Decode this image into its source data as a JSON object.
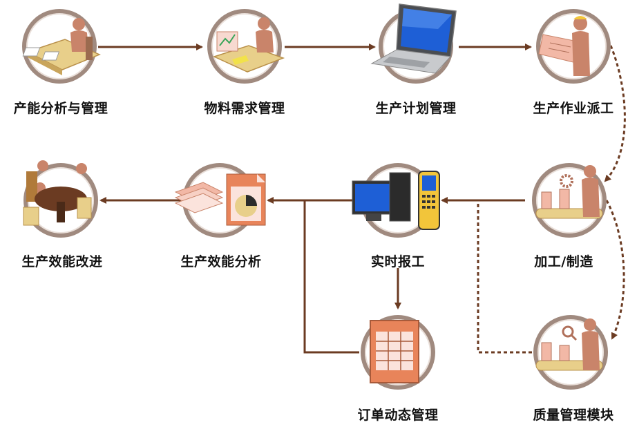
{
  "colors": {
    "arrow": "#6b3b22",
    "ring": "#a08a7f",
    "figure": "#c9846a",
    "desk": "#e8cf8a"
  },
  "nodes": {
    "capacity": {
      "label": "产能分析与管理",
      "icon": "person-at-desk-icon"
    },
    "material": {
      "label": "物料需求管理",
      "icon": "person-with-chart-icon"
    },
    "planning": {
      "label": "生产计划管理",
      "icon": "laptop-icon"
    },
    "dispatch": {
      "label": "生产作业派工",
      "icon": "worker-with-plan-icon"
    },
    "manufacturing": {
      "label": "加工/制造",
      "icon": "worker-at-conveyor-icon"
    },
    "reporting": {
      "label": "实时报工",
      "icon": "desktop-and-handheld-icon"
    },
    "efficiency_analysis": {
      "label": "生产效能分析",
      "icon": "documents-pie-chart-icon"
    },
    "improvement": {
      "label": "生产效能改进",
      "icon": "meeting-table-icon"
    },
    "orders": {
      "label": "订单动态管理",
      "icon": "spreadsheet-icon"
    },
    "quality": {
      "label": "质量管理模块",
      "icon": "quality-inspection-icon"
    }
  }
}
